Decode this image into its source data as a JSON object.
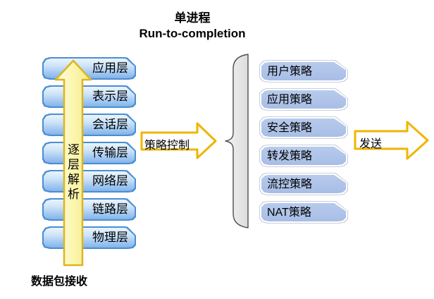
{
  "title": {
    "line1": "单进程",
    "line2": "Run-to-completion"
  },
  "left_stack": {
    "layers": [
      "应用层",
      "表示层",
      "会话层",
      "传输层",
      "网络层",
      "链路层",
      "物理层"
    ],
    "up_arrow_label": "逐层解析",
    "bottom_label": "数据包接收"
  },
  "middle": {
    "arrow_label": "策略控制"
  },
  "policies": {
    "items": [
      "用户策略",
      "应用策略",
      "安全策略",
      "转发策略",
      "流控策略",
      "NAT策略"
    ]
  },
  "right": {
    "arrow_label": "发送"
  },
  "colors": {
    "layer_box_border": "#4a8ed3",
    "layer_box_fill_top": "#eaf5fd",
    "layer_box_fill_bottom": "#83b4e9",
    "policy_box_fill": "#aec3e8",
    "arrow_gold_border": "#eeb600",
    "up_arrow_fill": "#fbf6b4",
    "brace_fill": "#eaeaea",
    "text": "#000000"
  }
}
